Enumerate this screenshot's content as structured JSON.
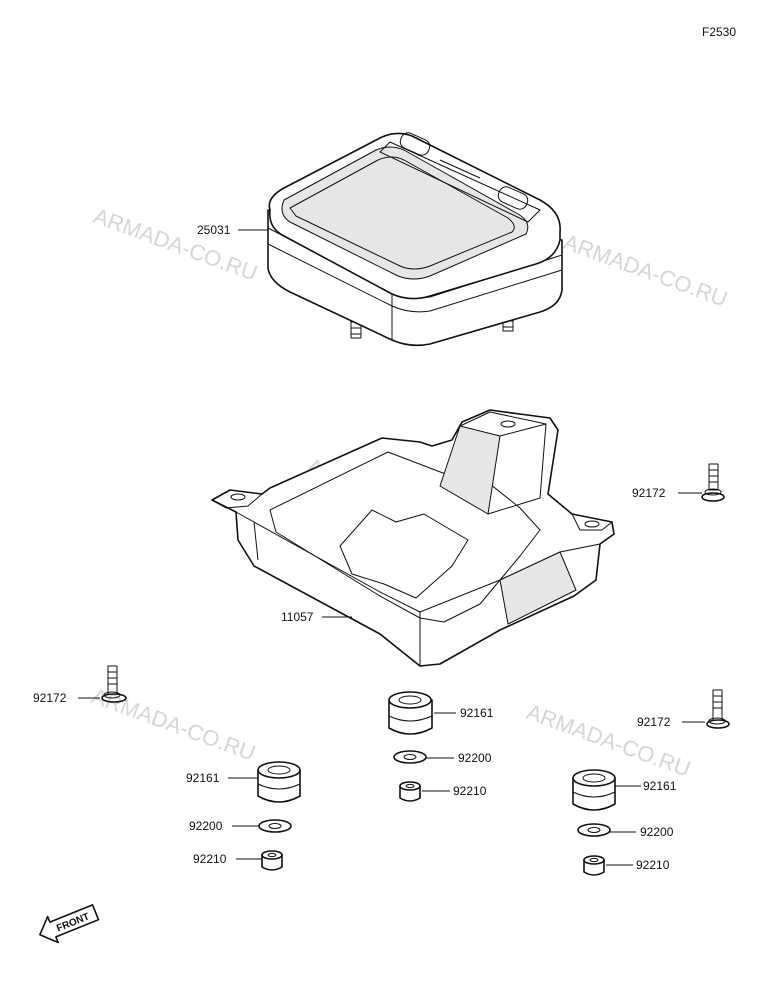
{
  "figure_code": "F2530",
  "watermark": "ARMADA-CO.RU",
  "front_label": "FRONT",
  "parts": {
    "meter_assy": "25031",
    "bracket": "11057",
    "bolt": "92172",
    "grommet": "92161",
    "washer": "92200",
    "nut": "92210"
  }
}
